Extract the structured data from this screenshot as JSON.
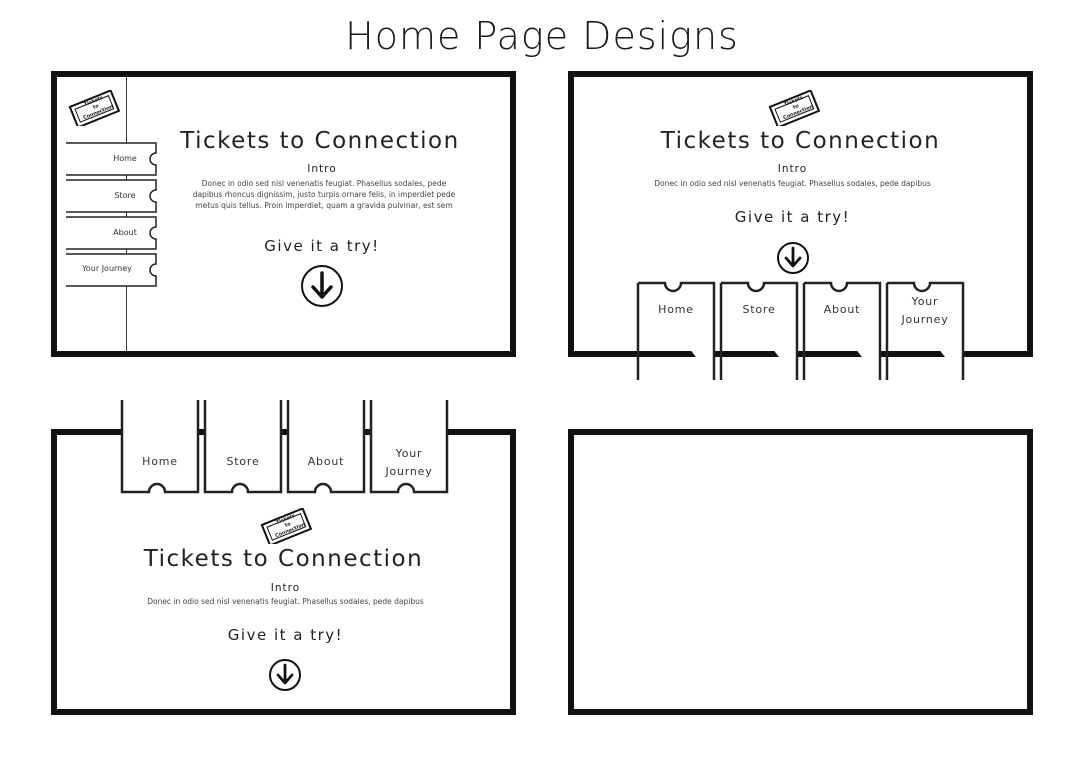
{
  "page": {
    "title": "Home Page Designs"
  },
  "site": {
    "logo_text": [
      "Tickets",
      "to",
      "Connection"
    ],
    "title": "Tickets to Connection",
    "intro_heading": "Intro",
    "intro_long": "Donec in odio sed nisl venenatis feugiat. Phasellus sodales, pede dapibus rhoncus dignissim, justo turpis ornare felis, in imperdiet pede metus quis tellus. Proin imperdiet, quam a gravida pulvinar, est sem",
    "intro_short": "Donec in odio sed nisl venenatis feugiat. Phasellus sodales, pede dapibus",
    "cta": "Give it a try!",
    "nav": [
      "Home",
      "Store",
      "About",
      "Your Journey"
    ]
  },
  "colors": {
    "ink": "#111111",
    "background": "#ffffff"
  }
}
